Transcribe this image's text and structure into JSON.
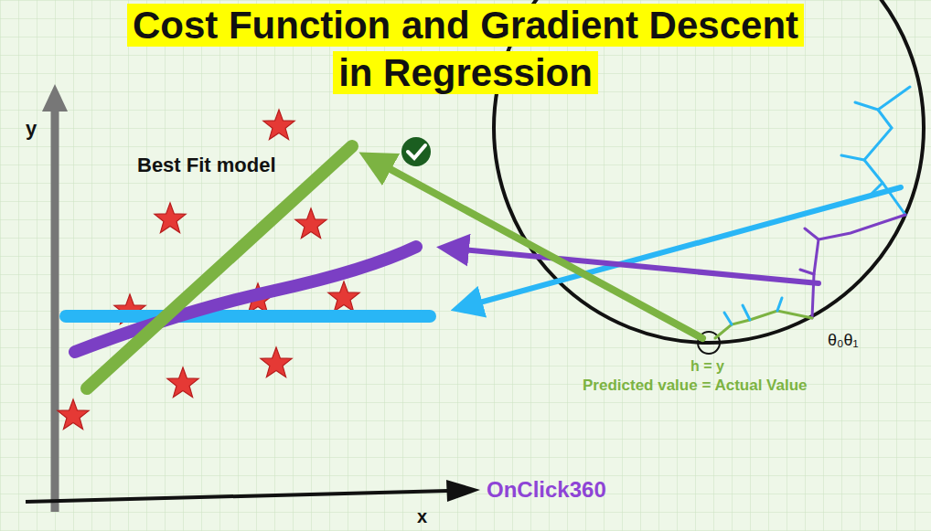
{
  "diagram": {
    "title": "Cost Function and Gradient Descent in Regression",
    "labels": [
      "y",
      "Best Fit model",
      "θ₀θ₁",
      "h = y",
      "Predicted value = Actual Value",
      "OnClick360",
      "x"
    ]
  }
}
